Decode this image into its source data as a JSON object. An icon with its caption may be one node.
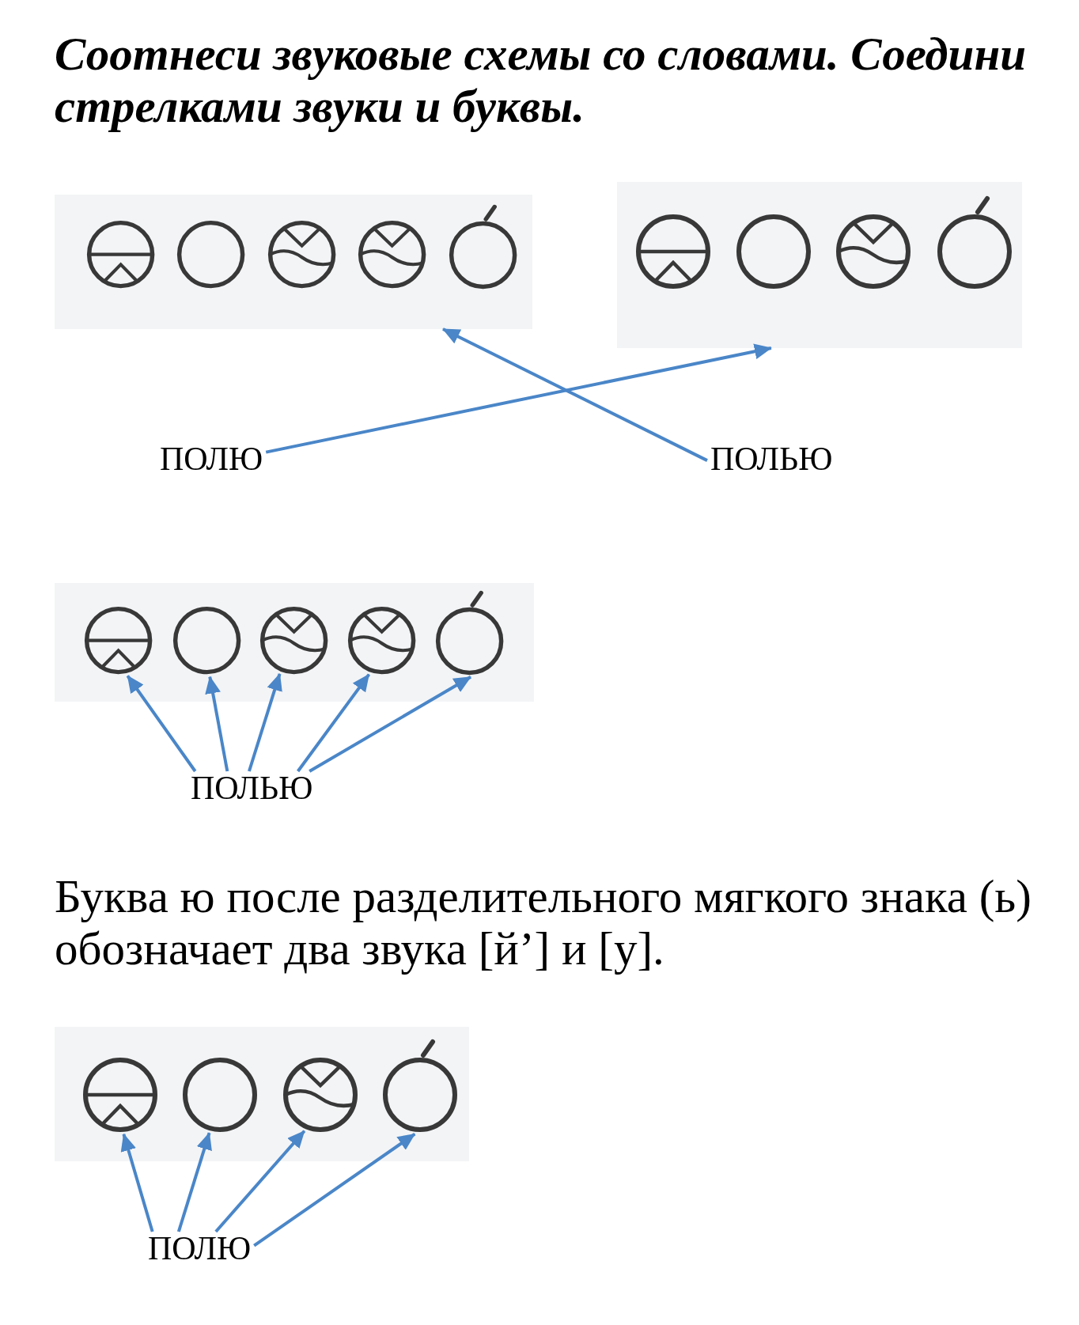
{
  "diagram": {
    "title": "Соотнеси звуковые схемы со словами. Соедини стрелками звуки и буквы.",
    "nodes": [
      {
        "text": [],
        "shape": "box"
      },
      {
        "text": [],
        "shape": "circle",
        "in": 0
      },
      {
        "text": [],
        "shape": "circle",
        "in": 0
      },
      {
        "text": [],
        "shape": "circle",
        "in": 0
      },
      {
        "text": [],
        "shape": "circle",
        "in": 0
      },
      {
        "text": [],
        "shape": "circle",
        "in": 0
      },
      {
        "text": [],
        "shape": "box"
      },
      {
        "text": [],
        "shape": "circle",
        "in": 6
      },
      {
        "text": [],
        "shape": "circle",
        "in": 6
      },
      {
        "text": [],
        "shape": "circle",
        "in": 6
      },
      {
        "text": [],
        "shape": "circle",
        "in": 6
      },
      {
        "text": [
          "ПОЛЮ"
        ]
      },
      {
        "text": [
          "ПОЛЬЮ"
        ]
      },
      {
        "text": [],
        "shape": "box"
      },
      {
        "text": [],
        "shape": "circle",
        "in": 13
      },
      {
        "text": [],
        "shape": "circle",
        "in": 13
      },
      {
        "text": [],
        "shape": "circle",
        "in": 13
      },
      {
        "text": [],
        "shape": "circle",
        "in": 13
      },
      {
        "text": [],
        "shape": "circle",
        "in": 13
      },
      {
        "text": [
          "ПОЛЬЮ"
        ]
      },
      {
        "text": [],
        "shape": "box"
      },
      {
        "text": [],
        "shape": "circle",
        "in": 20
      },
      {
        "text": [],
        "shape": "circle",
        "in": 20
      },
      {
        "text": [],
        "shape": "circle",
        "in": 20
      },
      {
        "text": [],
        "shape": "circle",
        "in": 20
      },
      {
        "text": [
          "ПОЛЮ"
        ]
      }
    ],
    "edges": [
      {
        "from": 11,
        "to": 6,
        "arrow": "to"
      },
      {
        "from": 12,
        "to": 0,
        "arrow": "to"
      },
      {
        "from": 19,
        "to": 14,
        "arrow": "to"
      },
      {
        "from": 19,
        "to": 15,
        "arrow": "to"
      },
      {
        "from": 19,
        "to": 16,
        "arrow": "to"
      },
      {
        "from": 19,
        "to": 17,
        "arrow": "to"
      },
      {
        "from": 19,
        "to": 18,
        "arrow": "to"
      },
      {
        "from": 25,
        "to": 21,
        "arrow": "to"
      },
      {
        "from": 25,
        "to": 22,
        "arrow": "to"
      },
      {
        "from": 25,
        "to": 23,
        "arrow": "to"
      },
      {
        "from": 25,
        "to": 24,
        "arrow": "to"
      }
    ],
    "labels": [
      "Буква ю после разделительного мягкого знака (ь) обозначает два звука [й’] и [у]."
    ]
  }
}
